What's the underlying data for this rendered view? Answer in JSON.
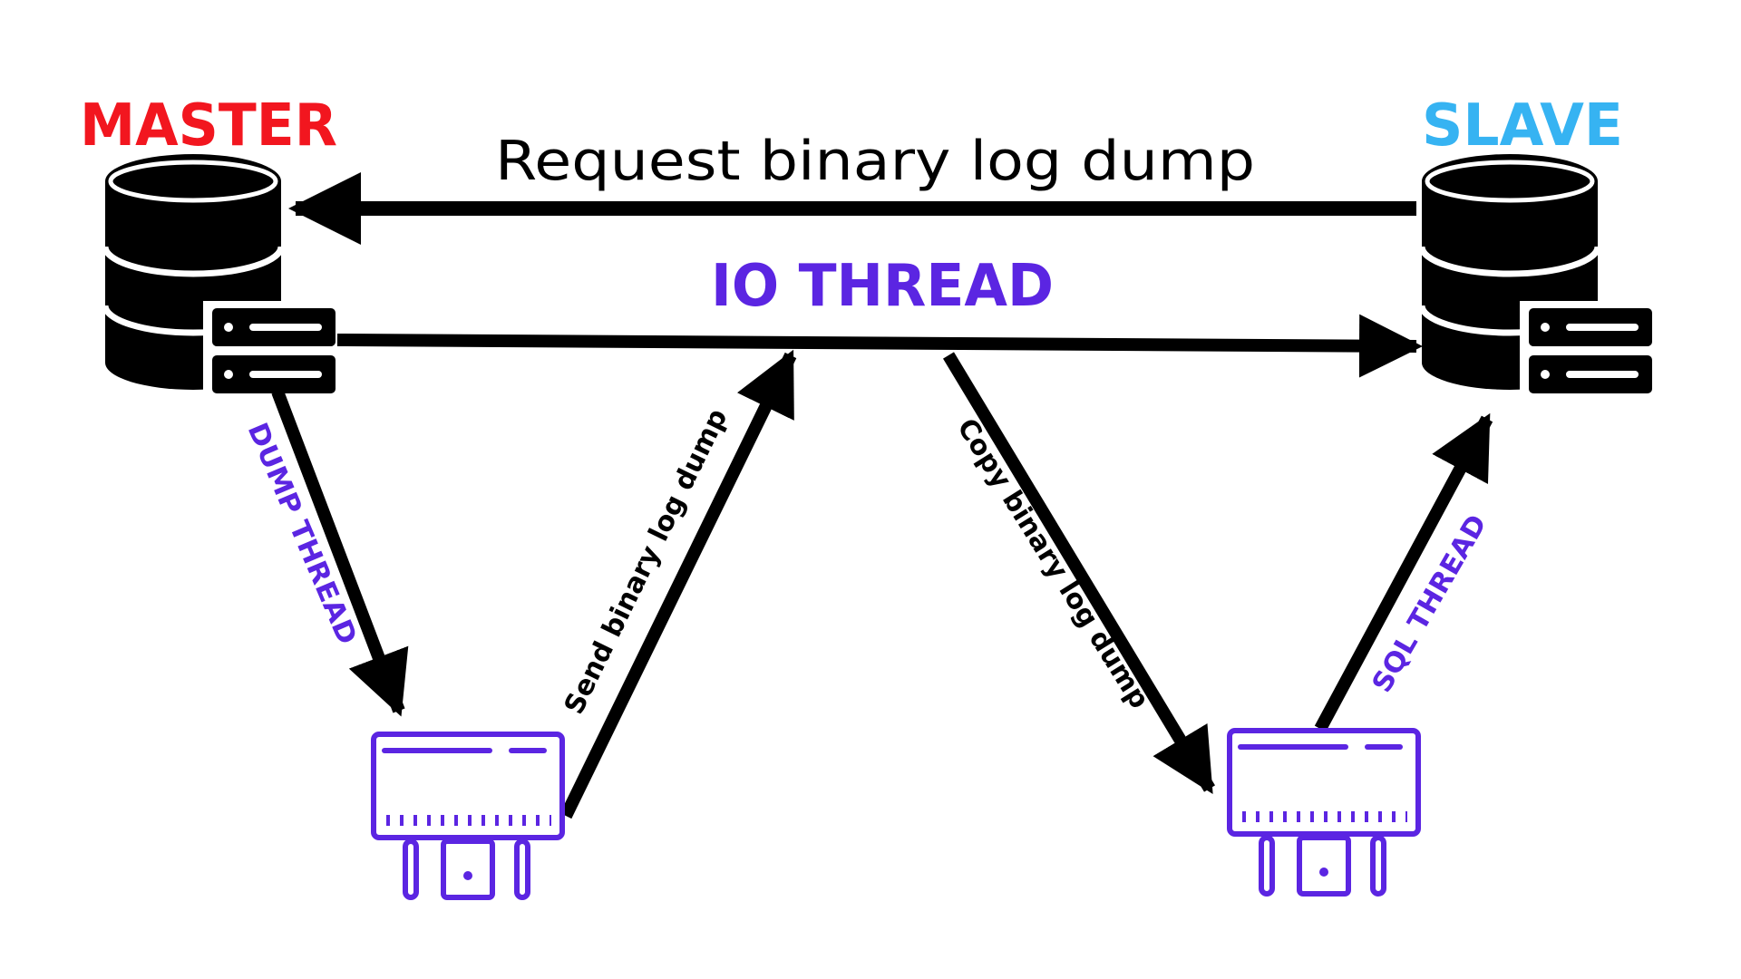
{
  "nodes": {
    "master": {
      "label": "MASTER",
      "color": "#f2161f"
    },
    "slave": {
      "label": "SLAVE",
      "color": "#36b3f2"
    }
  },
  "edges": {
    "request": {
      "label": "Request binary log dump"
    },
    "io_thread": {
      "label": "IO THREAD",
      "color": "#5b25e2"
    },
    "dump_thread": {
      "label": "DUMP THREAD",
      "color": "#5b25e2"
    },
    "send_dump": {
      "label": "Send binary log dump"
    },
    "copy_dump": {
      "label": "Copy binary log dump"
    },
    "sql_thread": {
      "label": "SQL THREAD",
      "color": "#5b25e2"
    }
  },
  "colors": {
    "arrow": "#000000",
    "chip": "#5b25e2",
    "database": "#000000"
  },
  "icons": {
    "database": "database-icon",
    "server": "server-icon",
    "chip": "chip-icon"
  }
}
